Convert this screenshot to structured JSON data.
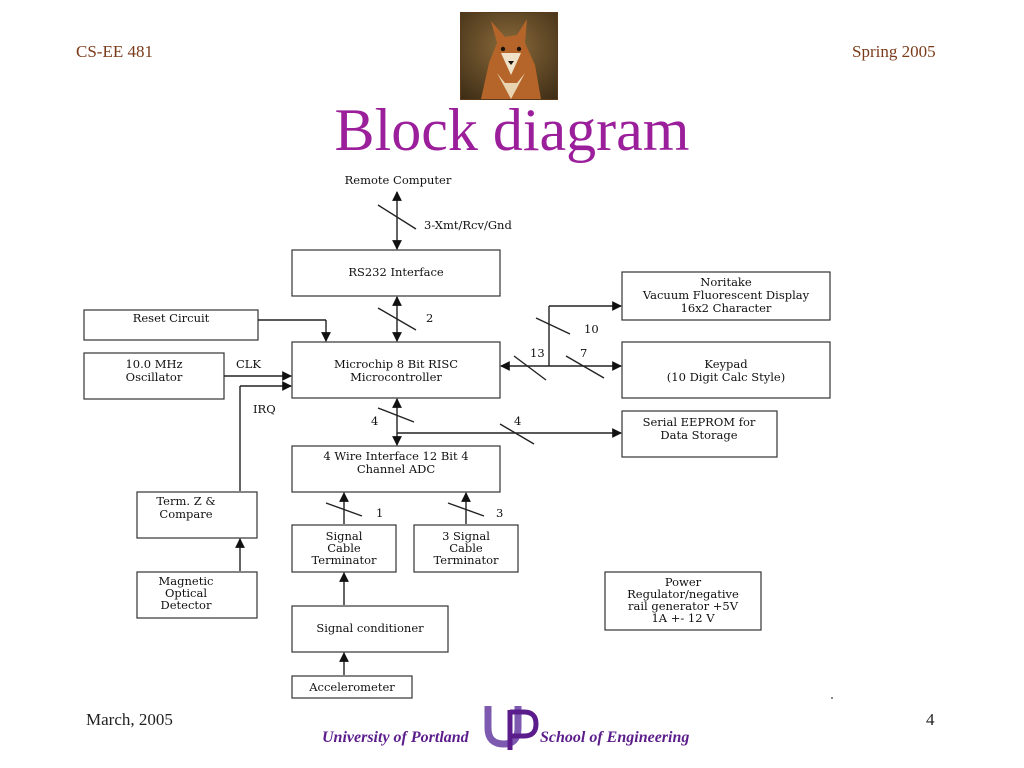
{
  "header": {
    "course": "CS-EE 481",
    "term": "Spring 2005",
    "title": "Block diagram"
  },
  "blocks": {
    "remote": "Remote Computer",
    "rs232": "RS232 Interface",
    "reset": "Reset Circuit",
    "osc": [
      "10.0 MHz",
      "Oscillator"
    ],
    "mcu": [
      "Microchip 8 Bit RISC",
      "Microcontroller"
    ],
    "vfd": [
      "Noritake",
      "Vacuum Fluorescent Display",
      "16x2 Character"
    ],
    "keypad": [
      "Keypad",
      "(10 Digit Calc Style)"
    ],
    "eeprom": [
      "Serial EEPROM for",
      "Data Storage"
    ],
    "adc": [
      "4 Wire Interface 12 Bit 4",
      "Channel ADC"
    ],
    "term": [
      "Term. Z &",
      "Compare"
    ],
    "magnetic": [
      "Magnetic",
      "Optical",
      "Detector"
    ],
    "sig1": [
      "Signal",
      "Cable",
      "Terminator"
    ],
    "sig3": [
      "3 Signal",
      "Cable",
      "Terminator"
    ],
    "conditioner": "Signal conditioner",
    "accel": "Accelerometer",
    "power": [
      "Power",
      "Regulator/negative",
      "rail generator +5V",
      "1A +- 12 V"
    ]
  },
  "labels": {
    "xmt": "3-Xmt/Rcv/Gnd",
    "bus_rs232": "2",
    "bus_vfd": "10",
    "bus_left": "13",
    "bus_keypad": "7",
    "clk": "CLK",
    "irq": "IRQ",
    "bus_adc": "4",
    "bus_eeprom": "4",
    "bus_sig1": "1",
    "bus_sig3": "3"
  },
  "footer": {
    "date": "March, 2005",
    "page": "4",
    "university": "University of Portland",
    "school": "School of Engineering",
    "logo_text": "UP"
  },
  "colors": {
    "title": "#9b1f9b",
    "header": "#7a3b1a",
    "footer_brand": "#5b1d8c"
  },
  "icons": {
    "header_image": "fox-photo",
    "footer_logo": "up-monogram-logo"
  }
}
